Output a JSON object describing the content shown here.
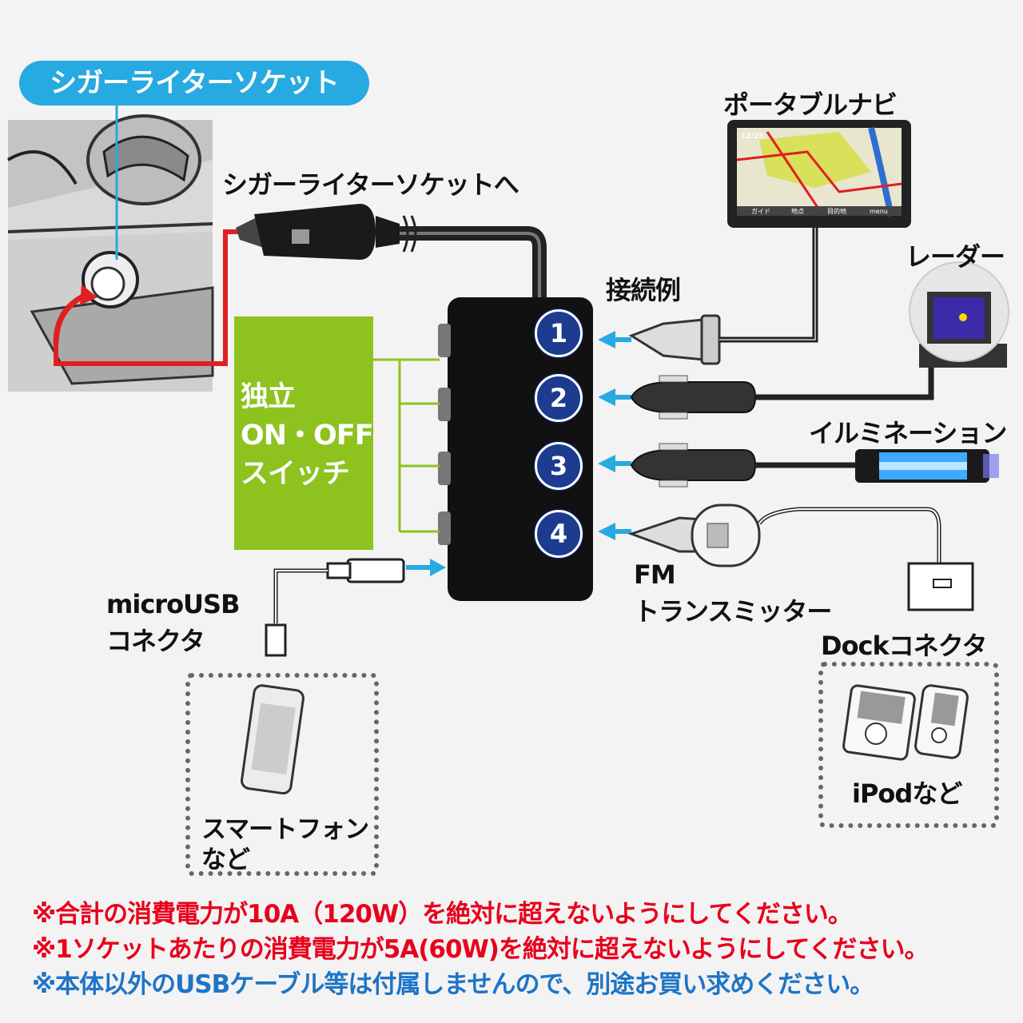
{
  "labels": {
    "socket_pill": "シガーライターソケット",
    "to_socket": "シガーライターソケットへ",
    "connection_example": "接続例",
    "portable_navi": "ポータブルナビ",
    "radar": "レーダー",
    "illumination": "イルミネーション",
    "fm_line1": "FM",
    "fm_line2": "トランスミッター",
    "micro_usb_line1": "microUSB",
    "micro_usb_line2": "コネクタ",
    "dock_connector": "Dockコネクタ",
    "smartphone_line1": "スマートフォン",
    "smartphone_line2": "など",
    "ipod": "iPodなど"
  },
  "switch_panel": {
    "line1": "独立",
    "line2": "ON・OFF",
    "line3": "スイッチ"
  },
  "socket_numbers": [
    "1",
    "2",
    "3",
    "4"
  ],
  "navi_screen": {
    "time": "12:25",
    "buttons": [
      "ガイド",
      "地点",
      "目的地",
      "menu"
    ]
  },
  "notes": [
    "※合計の消費電力が10A（120W）を絶対に超えないようにしてください。",
    "※1ソケットあたりの消費電力が5A(60W)を絶対に超えないようにしてください。",
    "※本体以外のUSBケーブル等は付属しませんので、別途お買い求めください。"
  ],
  "colors": {
    "accent_blue": "#27a9e1",
    "switch_green": "#8dc21f",
    "number_navy": "#1d3c8f",
    "note_red": "#e8001c",
    "note_blue": "#1e74c6",
    "cable_red": "#e02020"
  }
}
